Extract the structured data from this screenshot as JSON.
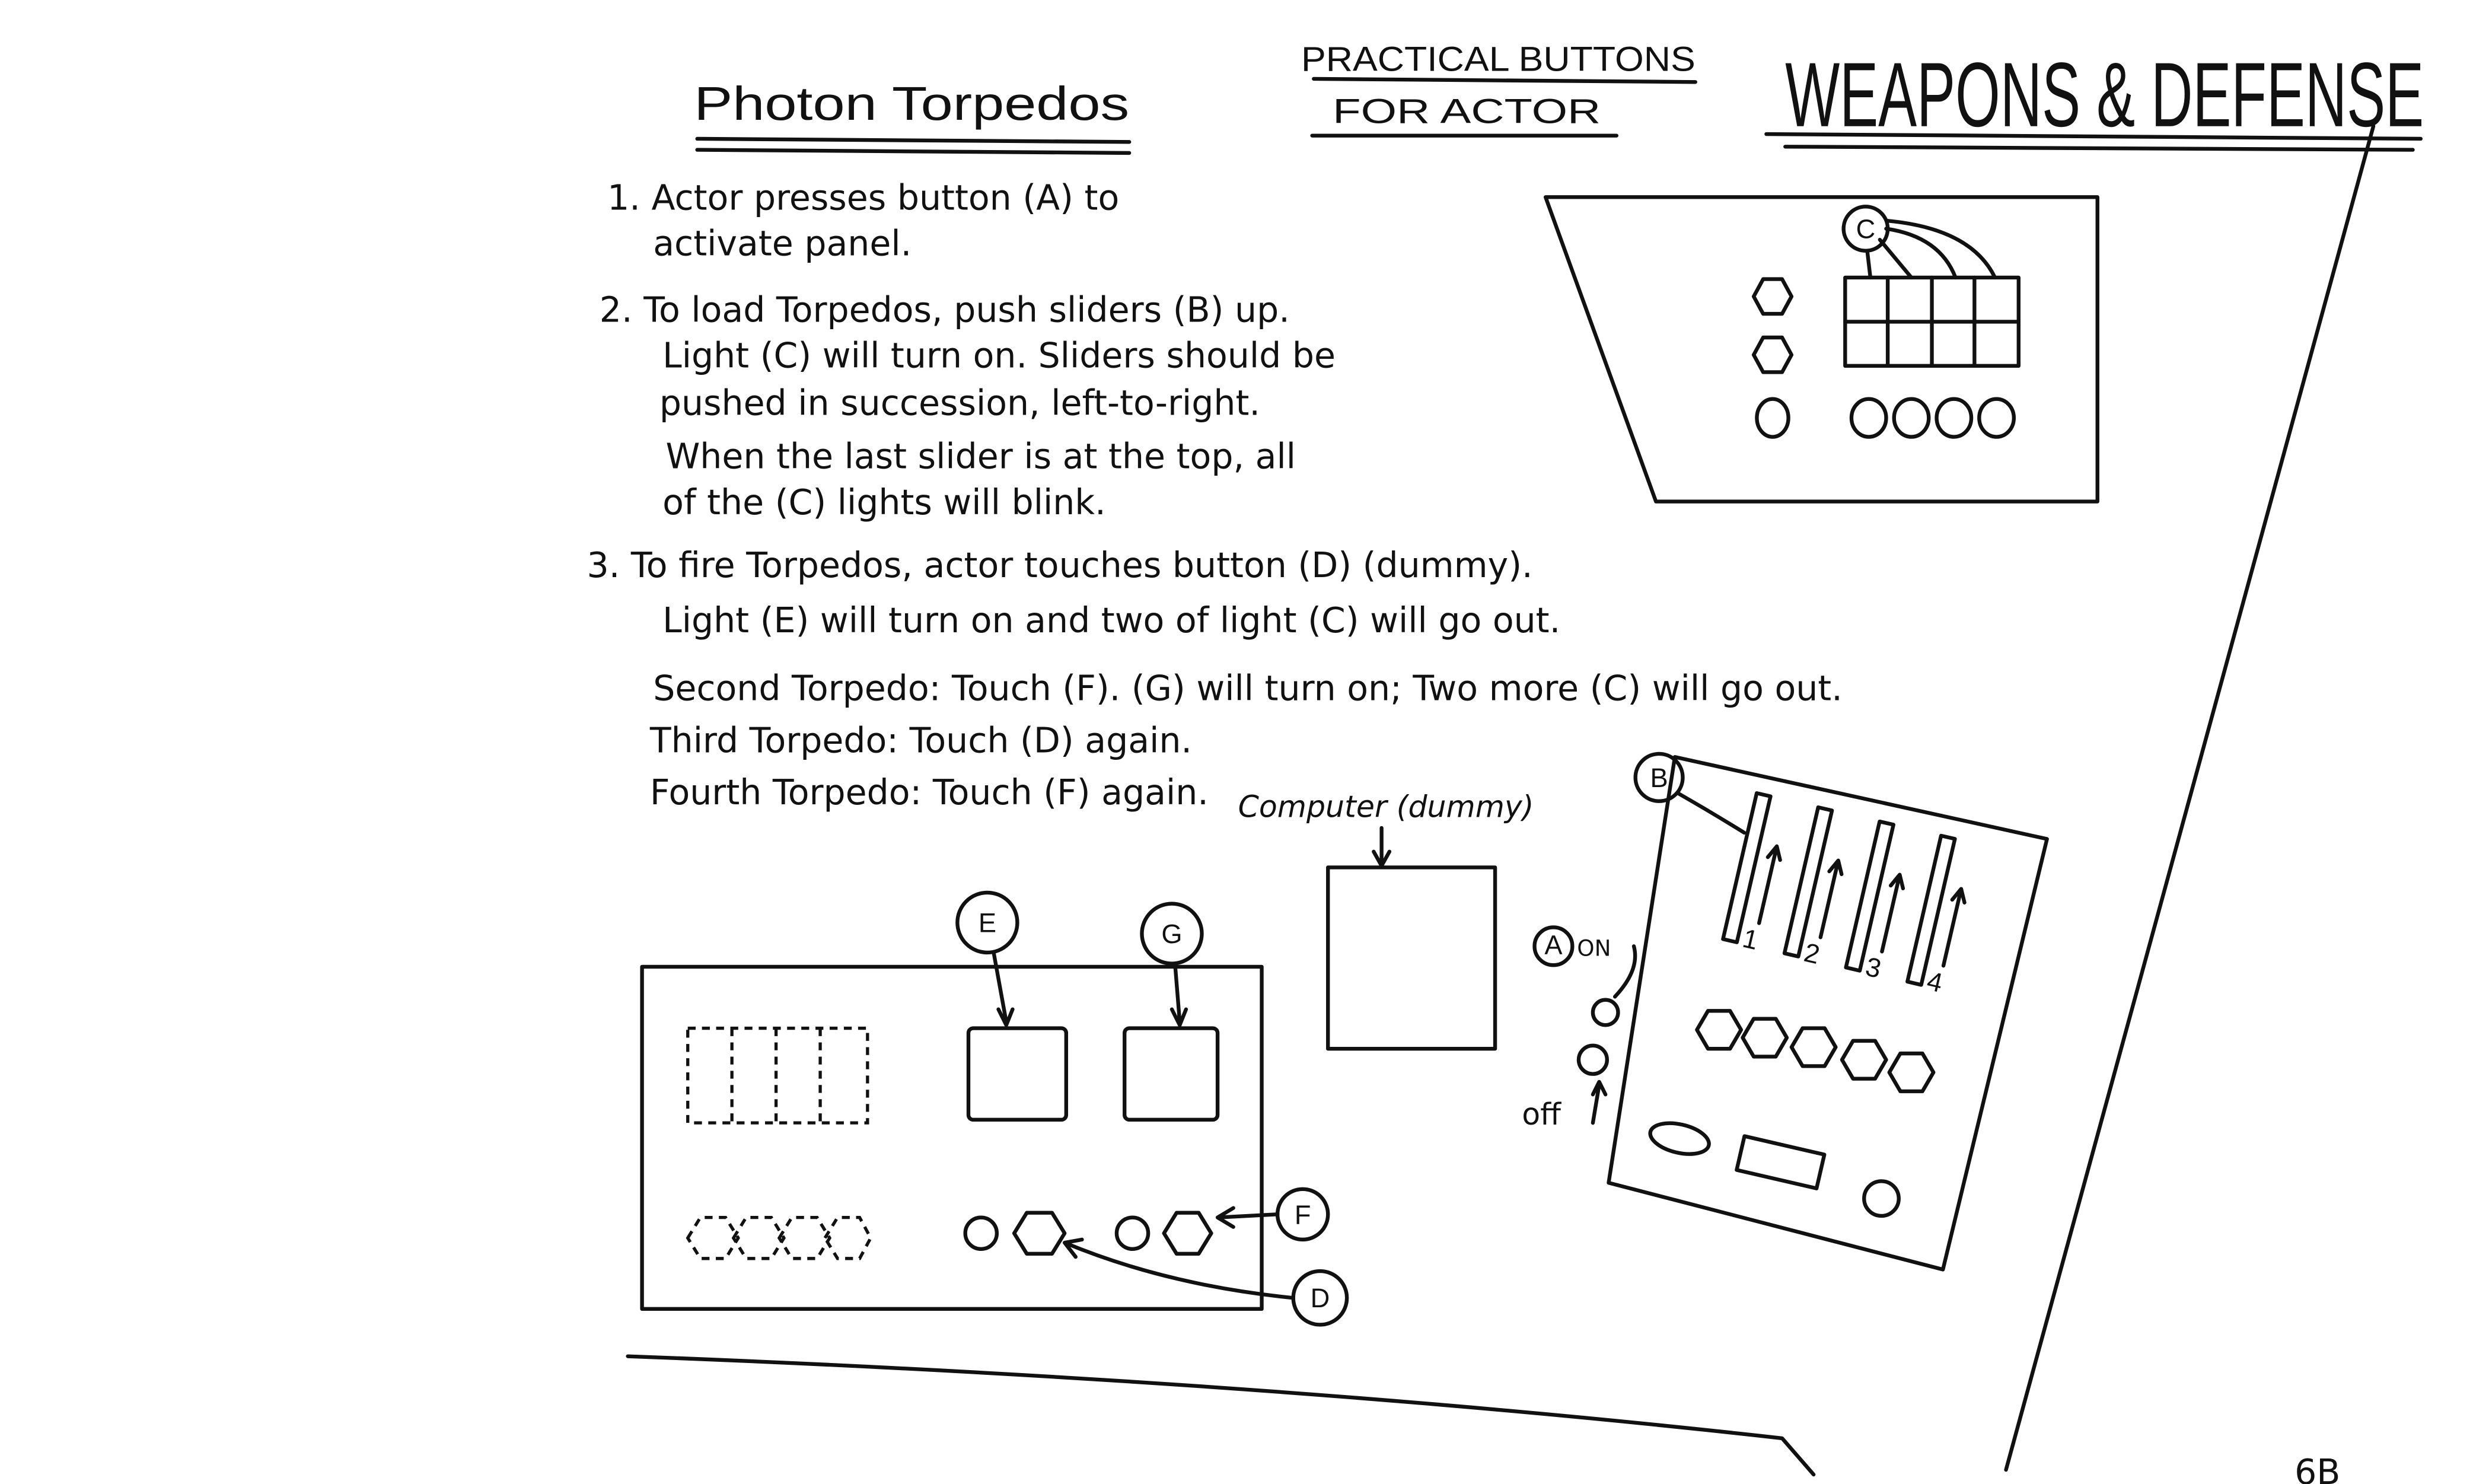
{
  "header": {
    "title": "Photon Torpedos",
    "subtitle_line1": "PRACTICAL BUTTONS",
    "subtitle_line2": "FOR ACTOR",
    "section": "WEAPONS & DEFENSE"
  },
  "instructions": [
    "1. Actor presses button (A) to",
    "activate panel.",
    "2. To load Torpedos, push sliders (B) up.",
    "Light (C) will turn on. Sliders should be",
    "pushed in succession, left-to-right.",
    "When the last slider is at the top, all",
    "of the (C) lights will blink.",
    "3. To fire Torpedos, actor touches button (D) (dummy).",
    "Light (E) will turn on and two of light (C) will go out.",
    "Second Torpedo: Touch (F). (G) will turn on; Two more (C) will go out.",
    "Third  Torpedo: Touch (D) again.",
    "Fourth Torpedo: Touch (F) again."
  ],
  "labels": {
    "computer": "Computer (dummy)",
    "a": "A",
    "b": "B",
    "c": "C",
    "d": "D",
    "e": "E",
    "f": "F",
    "g": "G",
    "on": "ON",
    "off": "off",
    "slider_numbers": [
      "1",
      "2",
      "3",
      "4"
    ]
  },
  "page_number": "6B"
}
